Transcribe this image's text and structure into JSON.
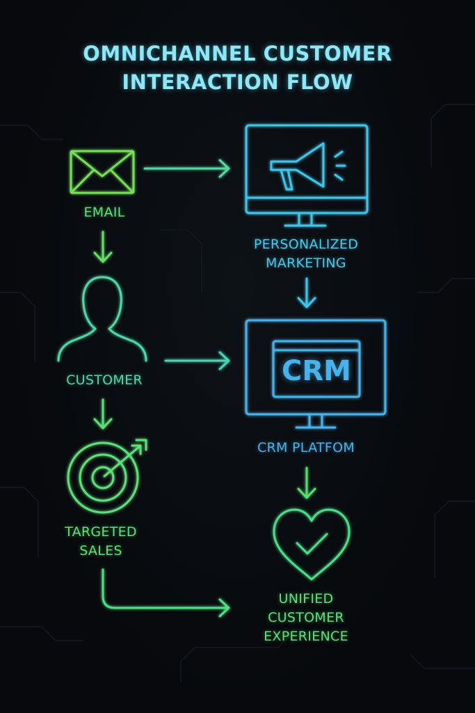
{
  "title": {
    "line1": "OMNICHANNEL CUSTOMER",
    "line2": "INTERACTION FLOW"
  },
  "nodes": {
    "email": {
      "label": "EMAIL",
      "icon": "envelope-icon",
      "color": "#5fe07a"
    },
    "personalized_marketing": {
      "label_line1": "PERSONALIZED",
      "label_line2": "MARKETING",
      "icon": "monitor-megaphone-icon",
      "color": "#4cc8e8"
    },
    "customer": {
      "label": "CUSTOMER",
      "icon": "person-icon",
      "color": "#4fd9a6"
    },
    "crm_platform": {
      "label": "CRM PLATFOM",
      "screen_text": "CRM",
      "icon": "monitor-crm-icon",
      "color": "#4ab2ea"
    },
    "targeted_sales": {
      "label_line1": "TARGETED",
      "label_line2": "SALES",
      "icon": "target-icon",
      "color": "#5fe07a"
    },
    "unified_experience": {
      "label_line1": "UNIFIED",
      "label_line2": "CUSTOMER",
      "label_line3": "EXPERIENCE",
      "icon": "heart-check-icon",
      "color": "#5fe07a"
    }
  },
  "colors": {
    "background": "#07090c",
    "title": "#8fe6f4",
    "green": "#5fe07a",
    "teal": "#4fd9a6",
    "cyan": "#4cc8e8",
    "blue": "#4ab2ea"
  }
}
